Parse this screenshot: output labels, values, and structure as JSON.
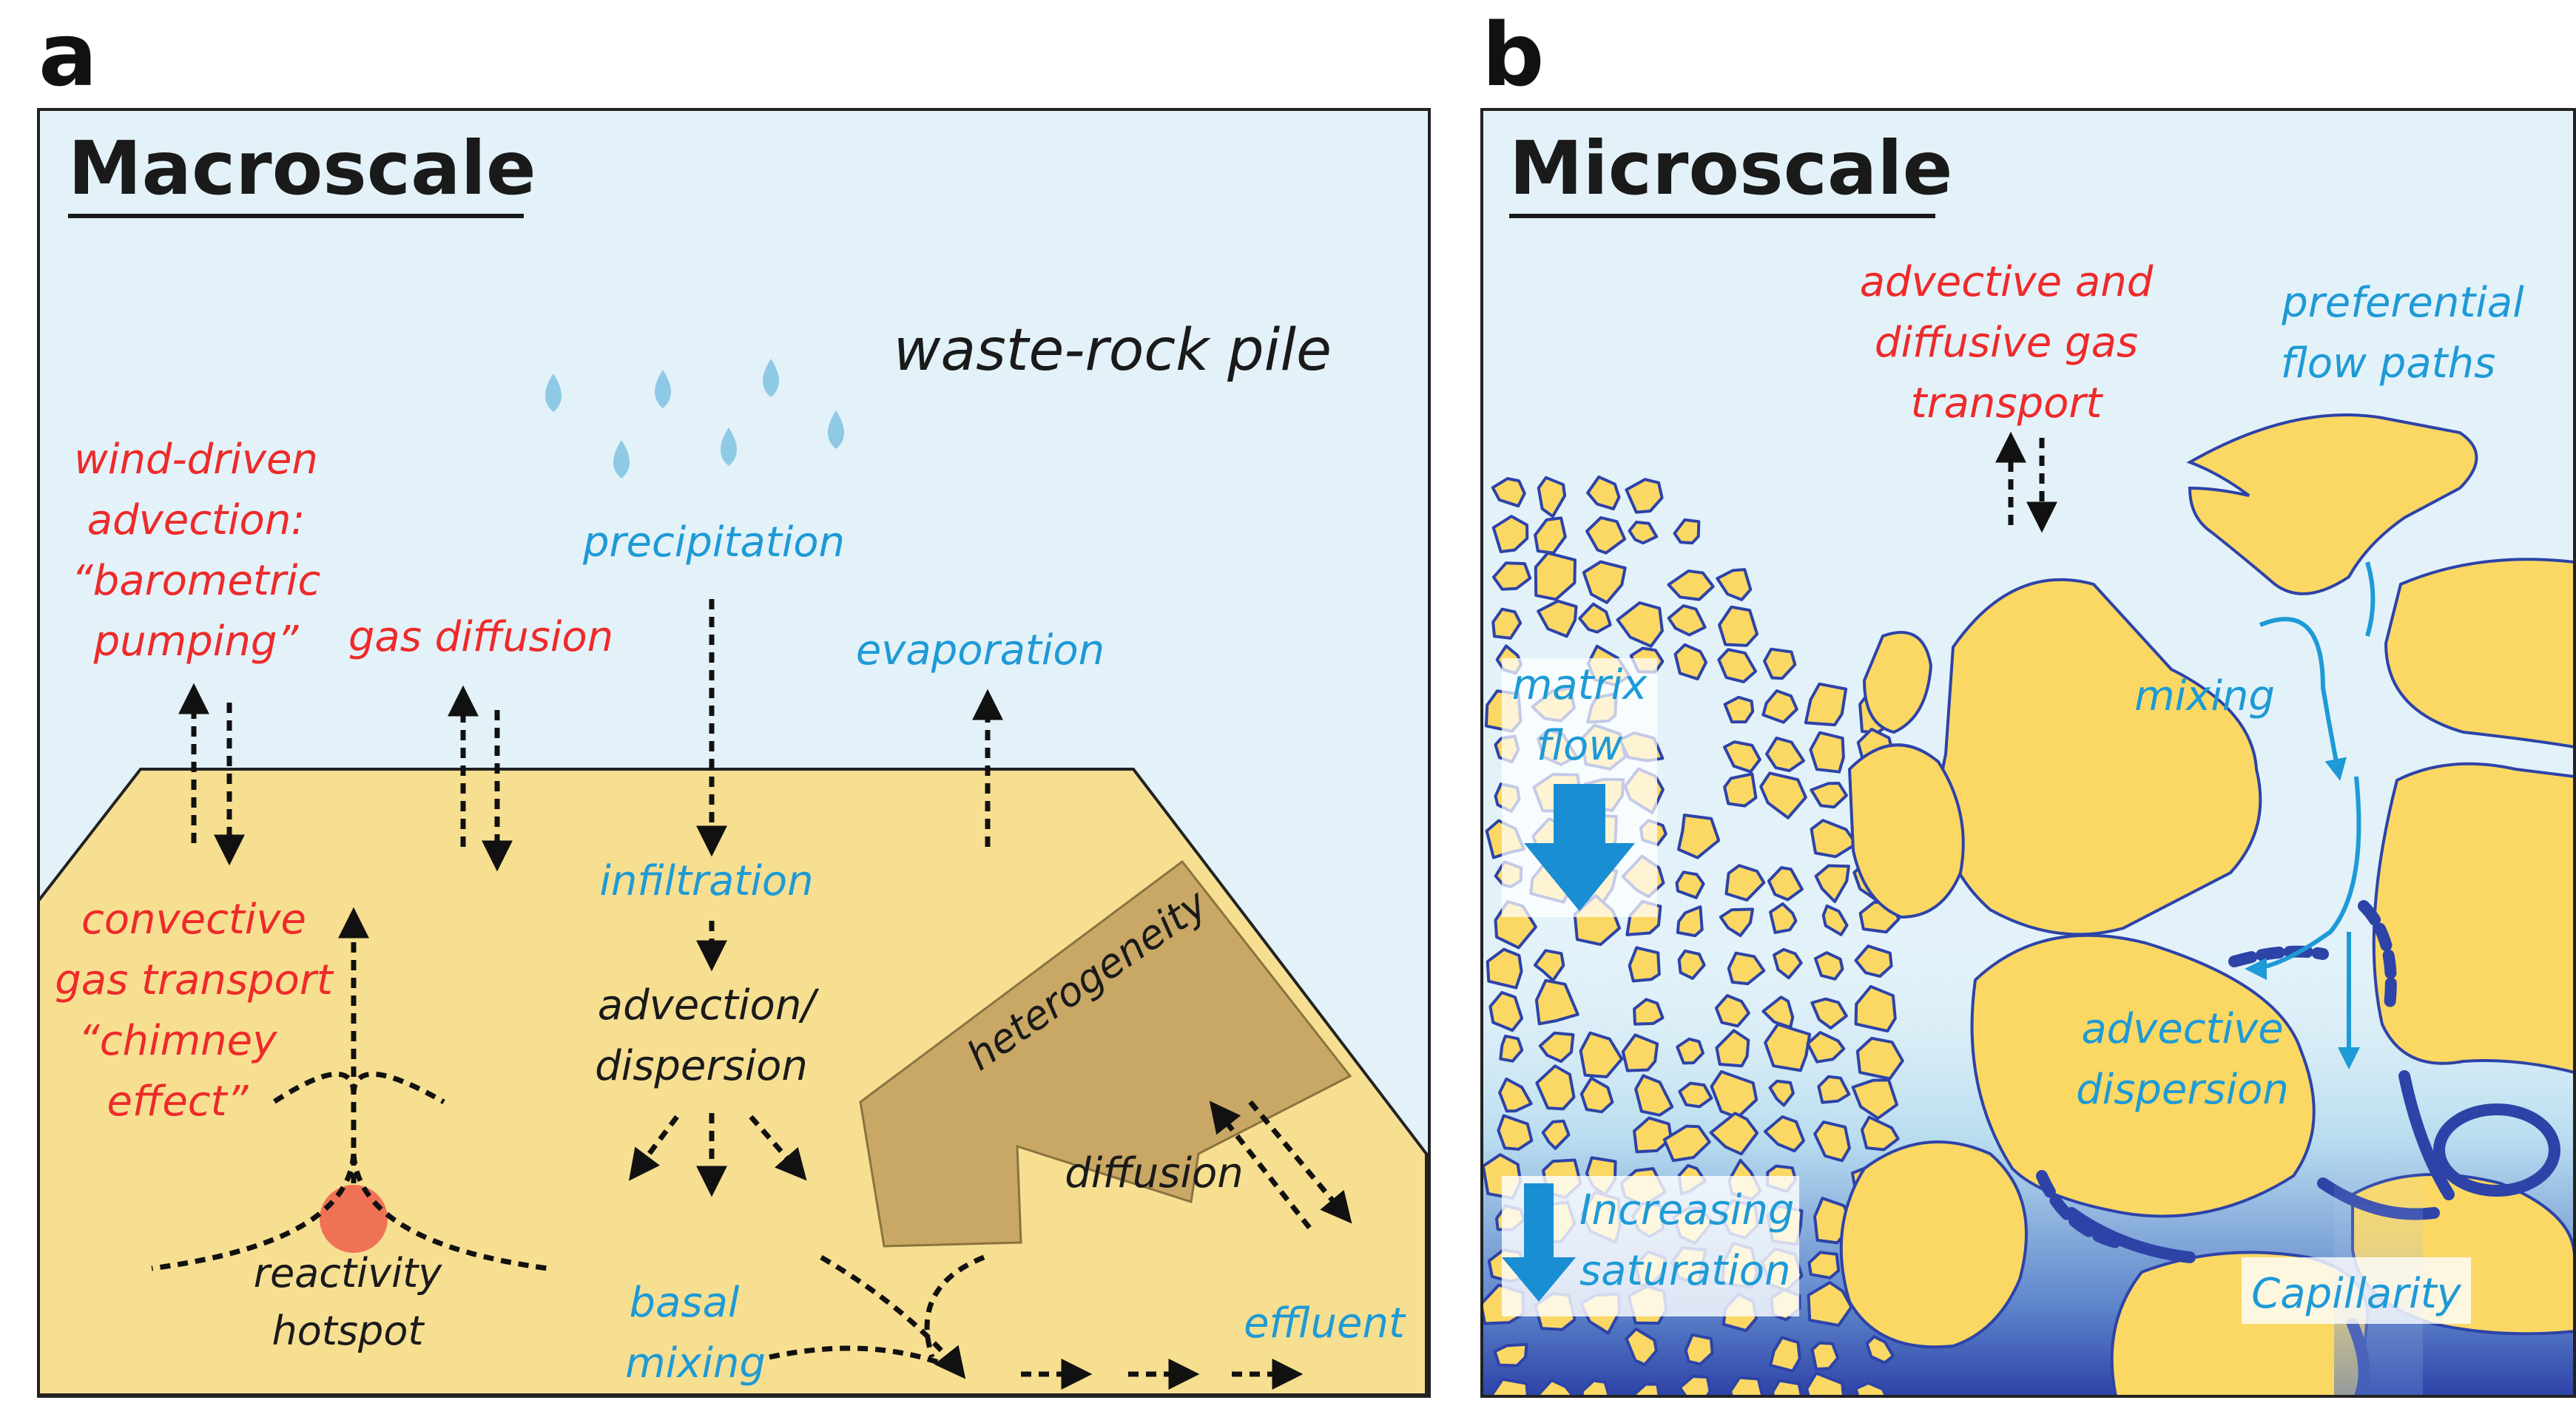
{
  "panel_a": {
    "letter": "a",
    "title": "Macroscale",
    "waste_rock_pile": "waste-rock pile",
    "wind_driven": [
      "wind-driven",
      "advection:",
      "“barometric",
      "pumping”"
    ],
    "gas_diffusion": "gas diffusion",
    "precipitation": "precipitation",
    "evaporation": "evaporation",
    "infiltration": "infiltration",
    "convective": [
      "convective",
      "gas transport",
      "“chimney",
      "effect”"
    ],
    "advection_dispersion": [
      "advection/",
      "dispersion"
    ],
    "heterogeneity": "heterogeneity",
    "diffusion": "diffusion",
    "reactivity_hotspot": [
      "reactivity",
      "hotspot"
    ],
    "basal_mixing": [
      "basal",
      "mixing"
    ],
    "effluent": "effluent"
  },
  "panel_b": {
    "letter": "b",
    "title": "Microscale",
    "advective_diffusive": [
      "advective and",
      "diffusive gas",
      "transport"
    ],
    "preferential": [
      "preferential",
      "flow paths"
    ],
    "matrix_flow": [
      "matrix",
      "flow"
    ],
    "mixing": "mixing",
    "advective_dispersion": [
      "advective",
      "dispersion"
    ],
    "increasing_saturation": [
      "Increasing",
      "saturation"
    ],
    "capillarity": "Capillarity"
  },
  "colors": {
    "sky": "#e3f2f9",
    "pile": "#f7df92",
    "heterogeneity": "#c9a865",
    "red_text": "#ee2a2a",
    "blue_text": "#1e9ad6",
    "grain": "#fbd863",
    "water": "#2d43a8"
  }
}
